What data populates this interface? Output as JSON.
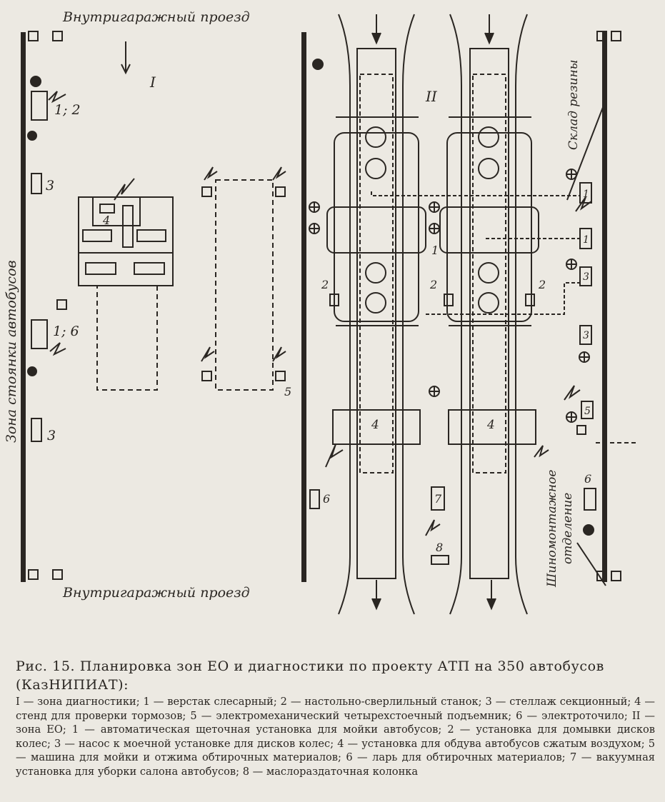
{
  "labels": {
    "top_road": "Внутригаражный проезд",
    "bottom_road": "Внутригаражный проезд",
    "parking_zone": "Зона стоянки автобусов",
    "rubber_store": "Склад резины",
    "tire_dept_line1": "Шиномонтажное",
    "tire_dept_line2": "отделение",
    "zone_one": "I",
    "zone_two": "II"
  },
  "zone_one_numbers": {
    "bench_12": "1; 2",
    "bench_16": "1; 6",
    "rack_a": "3",
    "rack_b": "3",
    "stand": "4",
    "lift": "5",
    "grinder": "6"
  },
  "zone_two_numbers": {
    "washer": "1",
    "wheel_left": "2",
    "wheel_mid": "2",
    "wheel_right": "2",
    "pump_a1": "1",
    "pump_a2": "1",
    "pump_b1": "3",
    "pump_b2": "3",
    "blower_left": "4",
    "blower_right": "4",
    "machine": "5",
    "chest": "6",
    "vacuum": "7",
    "oil": "8"
  },
  "caption": "Рис. 15. Планировка зон ЕО и диагностики по проекту АТП на 350 автобусов (КазНИПИАТ):",
  "legend": "I — зона диагностики; 1 — верстак слесарный; 2 — настольно-сверлильный станок; 3 — стеллаж секционный; 4 — стенд для проверки тормозов; 5 — электромеханический четырехстоечный подъемник; 6 — электроточило; II — зона ЕО; 1 — автоматическая щеточная установка для мойки автобусов; 2 — установка для домывки дисков колес; 3 — насос к моечной установке для дисков колес; 4 — установка для обдува автобусов сжатым воздухом; 5 — машина для мойки и отжима обтирочных материалов; 6 — ларь для обтирочных материалов; 7 — вакуумная установка для уборки салона автобусов; 8 — маслораздаточная колонка"
}
